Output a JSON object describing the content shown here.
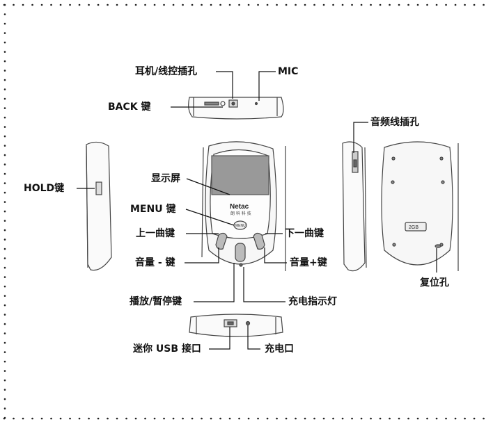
{
  "labels": {
    "earphone_jack": "耳机/线控插孔",
    "mic": "MIC",
    "back_key": "BACK 键",
    "audio_jack": "音频线插孔",
    "hold_key": "HOLD键",
    "screen": "显示屏",
    "menu_key": "MENU 键",
    "prev_key": "上一曲键",
    "next_key": "下一曲键",
    "vol_down": "音量 - 键",
    "vol_up": "音量+键",
    "reset_hole": "复位孔",
    "play_pause": "播放/暂停键",
    "charge_led": "充电指示灯",
    "mini_usb": "迷你 USB 接口",
    "charge_port": "充电口"
  },
  "device": {
    "brand": "Netac",
    "brand_sub": "朗 科 科 技",
    "menu_button": "MENU",
    "capacity": "2GB"
  }
}
